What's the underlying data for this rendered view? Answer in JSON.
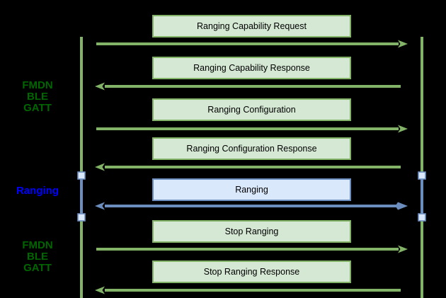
{
  "diagram": {
    "type": "sequence-diagram",
    "background_color": "#000000",
    "left_actor_labels": [
      {
        "id": "protocol-top",
        "lines": [
          "FMDN",
          "BLE",
          "GATT"
        ],
        "color": "#006600"
      },
      {
        "id": "ranging-phase",
        "lines": [
          "Ranging"
        ],
        "color": "#0000ff"
      },
      {
        "id": "protocol-bottom",
        "lines": [
          "FMDN",
          "BLE",
          "GATT"
        ],
        "color": "#006600"
      }
    ],
    "messages": [
      {
        "label": "Ranging Capability Request",
        "direction": "right",
        "style": "green"
      },
      {
        "label": "Ranging Capability Response",
        "direction": "left",
        "style": "green"
      },
      {
        "label": "Ranging Configuration",
        "direction": "right",
        "style": "green"
      },
      {
        "label": "Ranging Configuration Response",
        "direction": "left",
        "style": "green"
      },
      {
        "label": "Ranging",
        "direction": "both",
        "style": "blue"
      },
      {
        "label": "Stop Ranging",
        "direction": "right",
        "style": "green"
      },
      {
        "label": "Stop Ranging Response",
        "direction": "left",
        "style": "green"
      }
    ],
    "colors": {
      "box_green_fill": "#d5e8d4",
      "box_green_border": "#82b366",
      "box_blue_fill": "#dae8fc",
      "box_blue_border": "#6c8ebf",
      "arrow_green": "#82b366",
      "arrow_blue": "#6c8ebf",
      "lifeline_green": "#82b366",
      "lifeline_blue_segment": "#6c8ebf",
      "endpoint_square_fill": "#dae8fc",
      "endpoint_square_border": "#6c8ebf",
      "label_green": "#006600",
      "label_blue": "#0000ff",
      "message_text": "#000000"
    }
  }
}
